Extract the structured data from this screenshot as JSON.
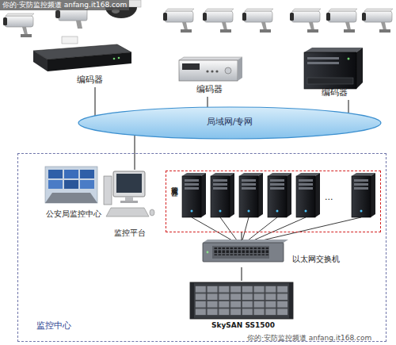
{
  "diagram": {
    "nodes": [
      {
        "text": [
          "编码器"
        ]
      },
      {
        "text": [
          "编码器"
        ]
      },
      {
        "text": [
          "编码器"
        ]
      },
      {
        "text": [
          "局域网/专网"
        ]
      },
      {
        "text": [
          "监控中心"
        ]
      },
      {
        "text": [
          "公安局监控中心"
        ],
        "in": 4
      },
      {
        "text": [
          "监控平台"
        ],
        "in": 4
      },
      {
        "text": [
          "管理服务器"
        ],
        "in": 4
      },
      {
        "text": [
          "以太网交换机"
        ],
        "in": 4
      },
      {
        "text": [
          "SkySAN SS1500"
        ],
        "in": 4
      }
    ],
    "edges": [
      {
        "from": 0,
        "to": 3,
        "arrow": "none"
      },
      {
        "from": 1,
        "to": 3,
        "arrow": "none"
      },
      {
        "from": 2,
        "to": 3,
        "arrow": "none"
      },
      {
        "from": 3,
        "to": 6,
        "arrow": "none"
      },
      {
        "from": 7,
        "to": 8,
        "arrow": "none"
      },
      {
        "from": 8,
        "to": 9,
        "arrow": "none"
      }
    ],
    "labels": [
      "你的·安防监控频道 anfang.it168.com",
      "...",
      "你的·安防监控频道 anfang.it168.com"
    ]
  }
}
